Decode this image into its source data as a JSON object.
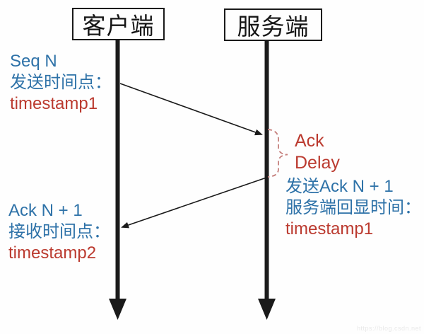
{
  "diagram": {
    "actors": [
      {
        "label": "客户端"
      },
      {
        "label": "服务端"
      }
    ],
    "left_top": {
      "line1": "Seq N",
      "line2": "发送时间点：",
      "line3": "timestamp1"
    },
    "left_bottom": {
      "line1": "Ack N + 1",
      "line2": "接收时间点：",
      "line3": "timestamp2"
    },
    "ack_delay": {
      "line1": "Ack",
      "line2": "Delay"
    },
    "right_block": {
      "line1": "发送Ack N + 1",
      "line2": "服务端回显时间：",
      "line3": "timestamp1"
    },
    "watermark": "https://blog.csdn.net",
    "colors": {
      "blue": "#2e72a8",
      "red": "#bb3a2f",
      "brace": "#c57f7c",
      "line": "#1a1a1a"
    }
  }
}
